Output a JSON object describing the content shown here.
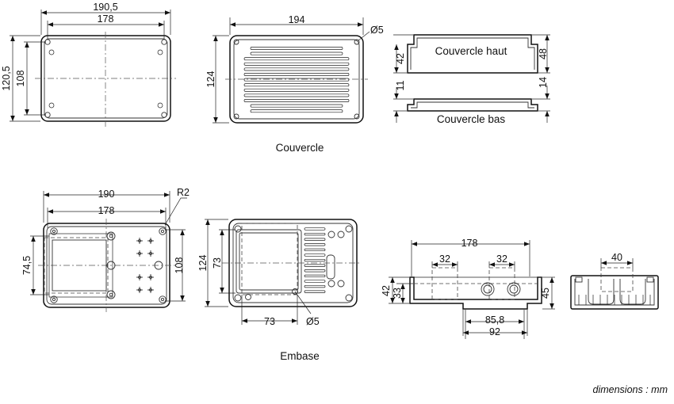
{
  "dims": {
    "cov_w_outer": "190,5",
    "cov_w_holes": "178",
    "cov_h_outer": "120,5",
    "cov_h_holes": "108",
    "cov_top_w": "194",
    "cov_top_h": "124",
    "cov_hole_dia": "Ø5",
    "cov_haut_h1": "42",
    "cov_haut_h2": "48",
    "cov_bas_h1": "11",
    "cov_bas_h2": "14",
    "base_w_outer": "190",
    "base_w_holes": "178",
    "base_radius": "R2",
    "base_pitch": "74,5",
    "base_h_holes": "108",
    "base2_h": "124",
    "base2_inner": "73",
    "base2_bottom": "73",
    "base2_hole_dia": "Ø5",
    "side_w": "178",
    "side_gap1": "32",
    "side_gap2": "32",
    "side_h1": "42",
    "side_h2": "33",
    "side_h3": "45",
    "side_w2": "85,8",
    "side_w3": "92",
    "end_w": "40"
  },
  "labels": {
    "couvercle_haut": "Couvercle haut",
    "couvercle_bas": "Couvercle bas",
    "couvercle": "Couvercle",
    "embase": "Embase",
    "units_note": "dimensions : mm"
  }
}
